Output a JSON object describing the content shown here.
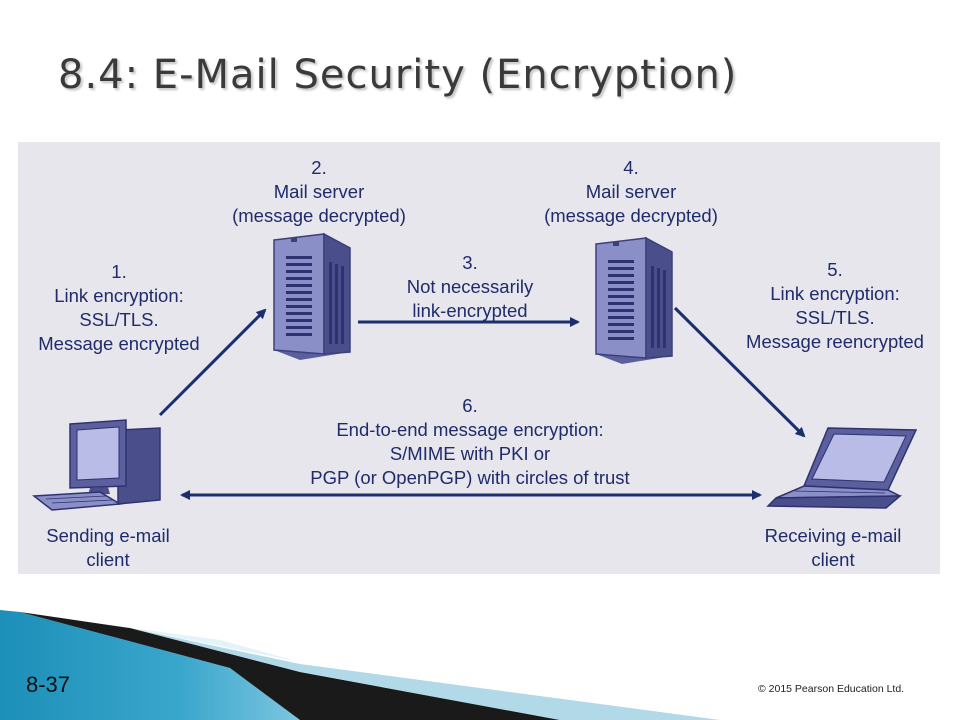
{
  "slide": {
    "title": "8.4: E-Mail Security (Encryption)",
    "slide_number": "8-37",
    "copyright": "© 2015 Pearson Education Ltd."
  },
  "diagram": {
    "labels": {
      "step1": [
        "1.",
        "Link encryption:",
        "SSL/TLS.",
        "Message encrypted"
      ],
      "step2": [
        "2.",
        "Mail server",
        "(message decrypted)"
      ],
      "step3": [
        "3.",
        "Not necessarily",
        "link-encrypted"
      ],
      "step4": [
        "4.",
        "Mail server",
        "(message decrypted)"
      ],
      "step5": [
        "5.",
        "Link encryption:",
        "SSL/TLS.",
        "Message reencrypted"
      ],
      "step6": [
        "6.",
        "End-to-end message encryption:",
        "S/MIME with PKI or",
        "PGP (or OpenPGP) with circles of trust"
      ],
      "sender": [
        "Sending e-mail",
        "client"
      ],
      "receiver": [
        "Receiving e-mail",
        "client"
      ]
    },
    "colors": {
      "text": "#1f2b6a",
      "arrow": "#1b2f6e",
      "device_fill": "#8a8fc8",
      "device_dark": "#3c4078",
      "panel": "#e6e6ec"
    },
    "icons": [
      "desktop-computer-icon",
      "server-icon",
      "server-icon",
      "laptop-icon"
    ]
  }
}
